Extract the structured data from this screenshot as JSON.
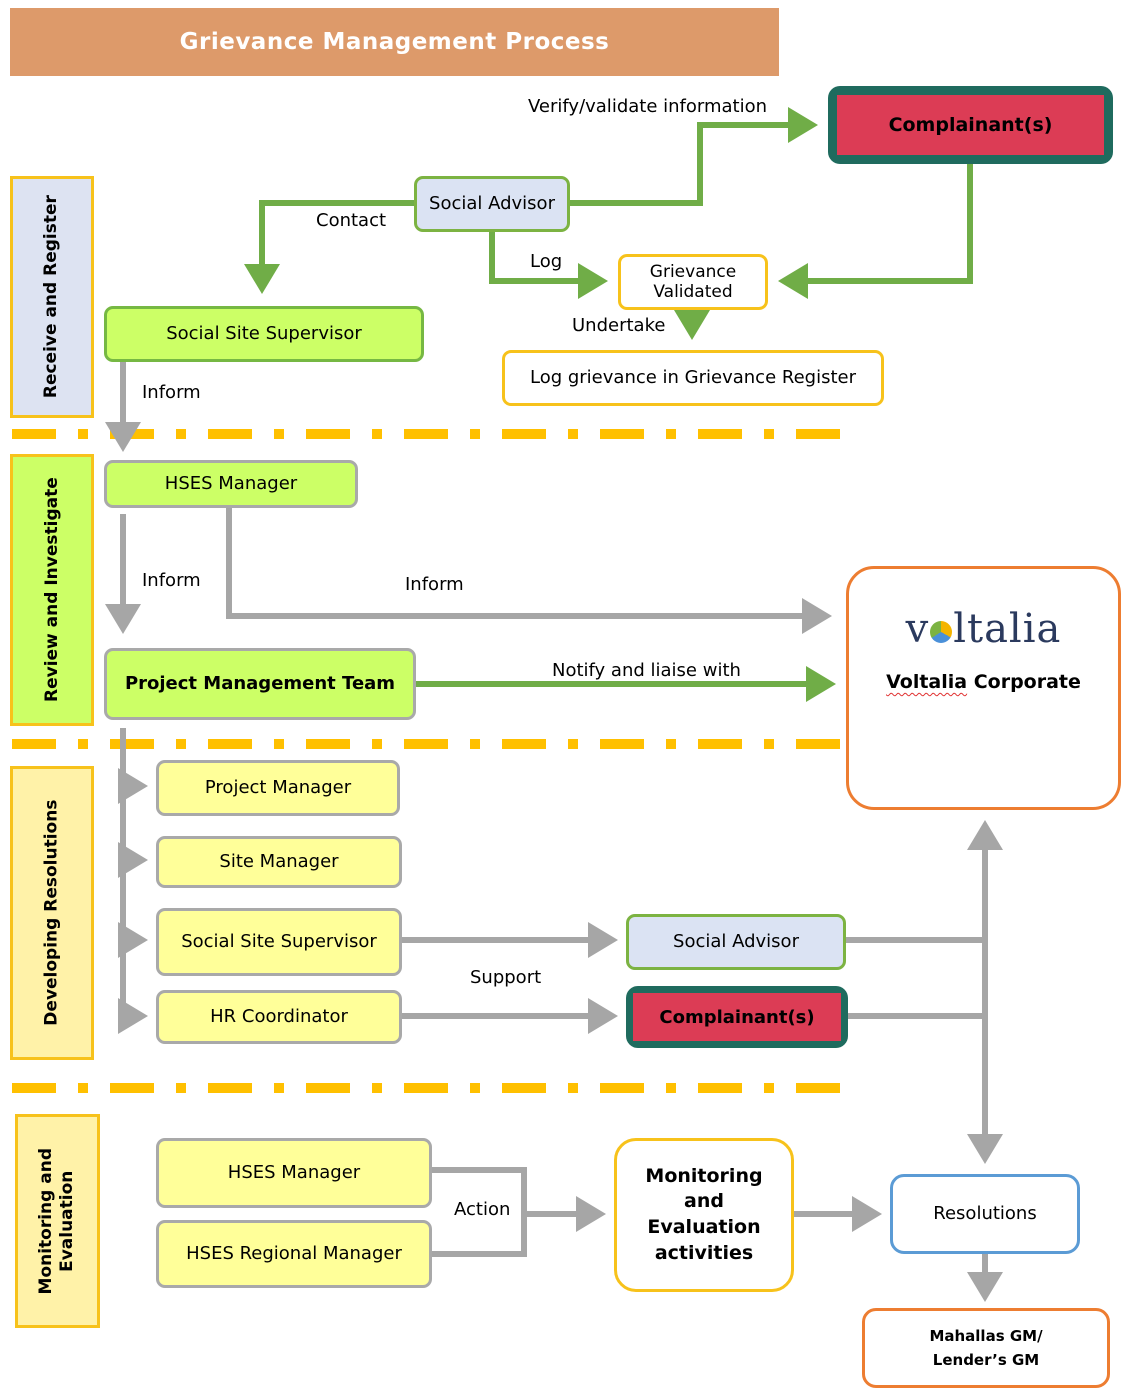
{
  "title": "Grievance Management Process",
  "phases": {
    "receive": "Receive and Register",
    "review": "Review and Investigate",
    "developing": "Developing Resolutions",
    "monitoring_line1": "Monitoring and",
    "monitoring_line2": "Evaluation"
  },
  "nodes": {
    "social_advisor_top": "Social Advisor",
    "complainant_top": "Complainant(s)",
    "grievance_validated_1": "Grievance",
    "grievance_validated_2": "Validated",
    "social_site_supervisor_top": "Social Site Supervisor",
    "log_grievance": "Log grievance in Grievance Register",
    "hses_manager_top": "HSES Manager",
    "project_management_team": "Project Management Team",
    "voltalia_logo_pre": "v",
    "voltalia_logo_post": "ltalia",
    "voltalia_corporate_1": "Voltalia",
    "voltalia_corporate_2": "Corporate",
    "project_manager": "Project Manager",
    "site_manager": "Site Manager",
    "social_site_supervisor_dev": "Social Site Supervisor",
    "hr_coordinator": "HR Coordinator",
    "social_advisor_dev": "Social Advisor",
    "complainant_dev": "Complainant(s)",
    "hses_manager_mon": "HSES Manager",
    "hses_regional_manager": "HSES Regional Manager",
    "me_1": "Monitoring",
    "me_2": "and",
    "me_3": "Evaluation",
    "me_4": "activities",
    "resolutions": "Resolutions",
    "mahallas_1": "Mahallas GM/",
    "mahallas_2": "Lender’s GM"
  },
  "edge_labels": {
    "verify": "Verify/validate information",
    "contact": "Contact",
    "log": "Log",
    "undertake": "Undertake",
    "inform_1": "Inform",
    "inform_2": "Inform",
    "inform_3": "Inform",
    "notify": "Notify and liaise with",
    "support": "Support",
    "action": "Action"
  },
  "colors": {
    "title_bar": "#dd9a6a",
    "green_arrow": "#70ad47",
    "gray_arrow": "#a6a6a6",
    "dash_line": "#ffc000",
    "complainant_red": "#dc3c55",
    "complainant_frame": "#1f6b5e"
  }
}
